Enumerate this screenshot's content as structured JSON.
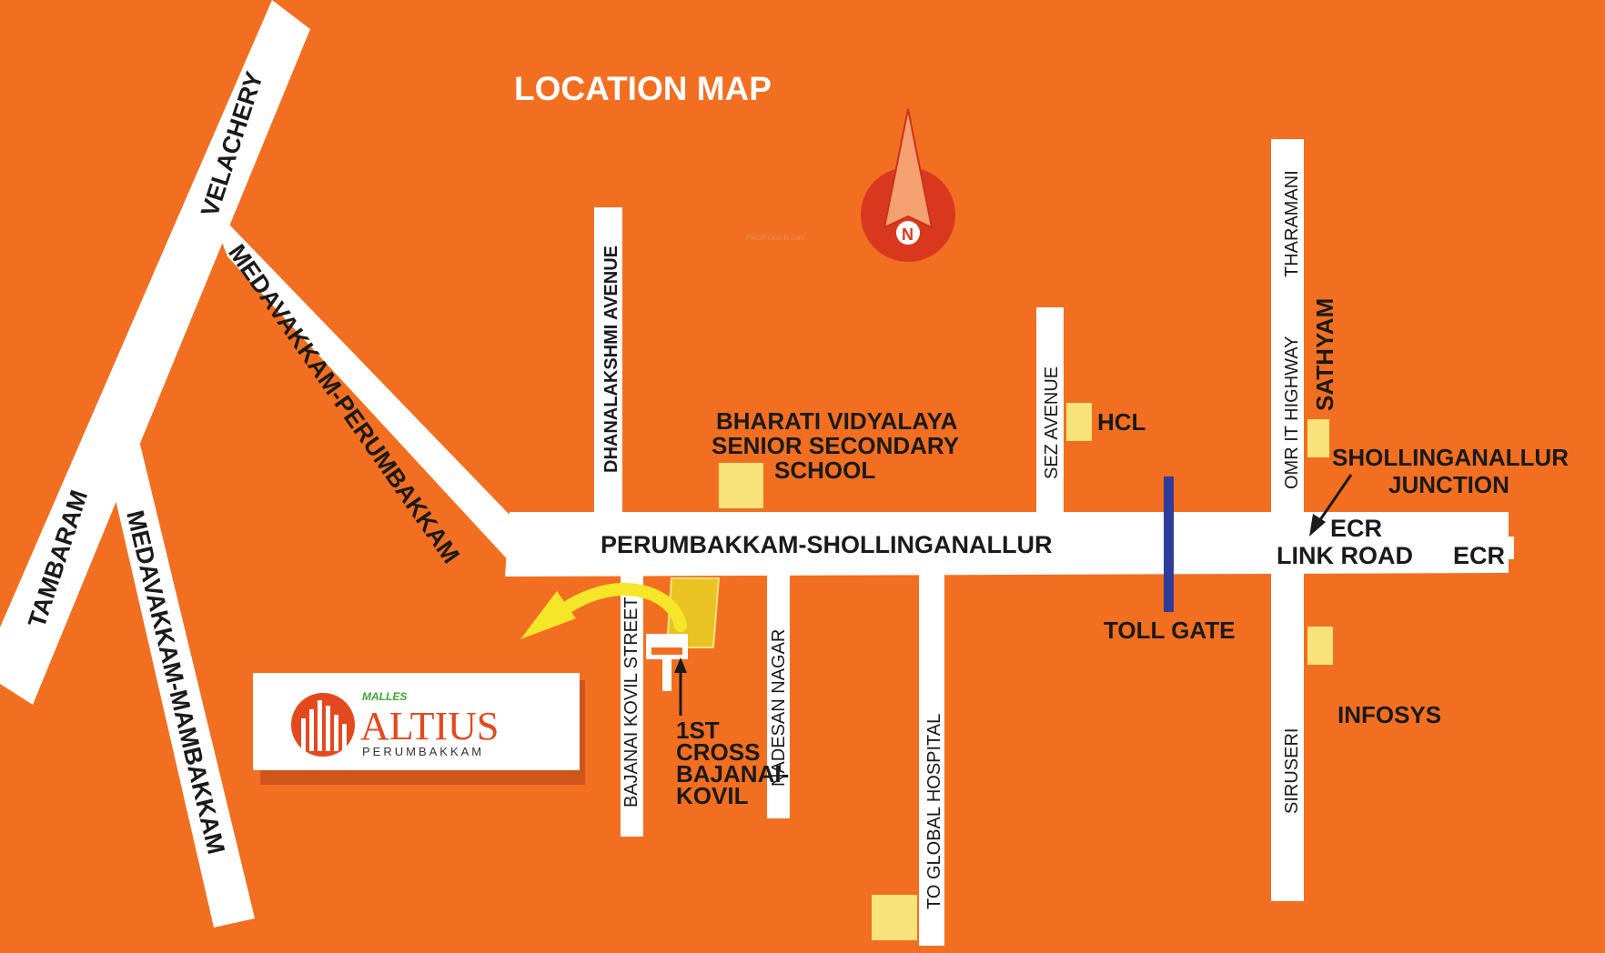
{
  "map": {
    "title": "LOCATION MAP",
    "watermark": "PROPTIGER.com",
    "compass_letter": "N",
    "colors": {
      "background": "#F26F21",
      "road": "#FFFFFF",
      "marker": "#F7E37A",
      "arrow": "#F5E62A",
      "toll_gate": "#2E3D9A",
      "label": "#1A1A1A",
      "compass": "#D9381E"
    },
    "roads": {
      "velachery": "VELACHERY",
      "tambaram": "TAMBARAM",
      "medavakkam_mambakkam": "MEDAVAKKAM-MAMBAKKAM",
      "medavakkam_perumbakkam": "MEDAVAKKAM-PERUMBAKKAM",
      "perumbakkam_shollinganallur": "PERUMBAKKAM-SHOLLINGANALLUR",
      "dhanalakshmi_avenue": "DHANALAKSHMI AVENUE",
      "bajanai_kovil_street": "BAJANAI KOVIL STREET",
      "nadesan_nagar": "NADESAN NAGAR",
      "to_global_hospital": "TO GLOBAL HOSPITAL",
      "sez_avenue": "SEZ AVENUE",
      "tharamani": "THARAMANI",
      "omr_it_highway": "OMR IT HIGHWAY",
      "siruseri": "SIRUSERI",
      "ecr_link_road": [
        "ECR",
        "LINK ROAD"
      ],
      "ecr": "ECR"
    },
    "landmarks": {
      "school": [
        "BHARATI VIDYALAYA",
        "SENIOR SECONDARY",
        "SCHOOL"
      ],
      "hcl": "HCL",
      "toll_gate": "TOLL GATE",
      "sathyam": "SATHYAM",
      "junction": [
        "SHOLLINGANALLUR",
        "JUNCTION"
      ],
      "infosys": "INFOSYS",
      "first_cross": [
        "1ST",
        "CROSS",
        "BAJANAI-",
        "KOVIL"
      ]
    },
    "project": {
      "brand": "MALLES",
      "name": "ALTIUS",
      "locality": "PERUMBAKKAM"
    }
  }
}
